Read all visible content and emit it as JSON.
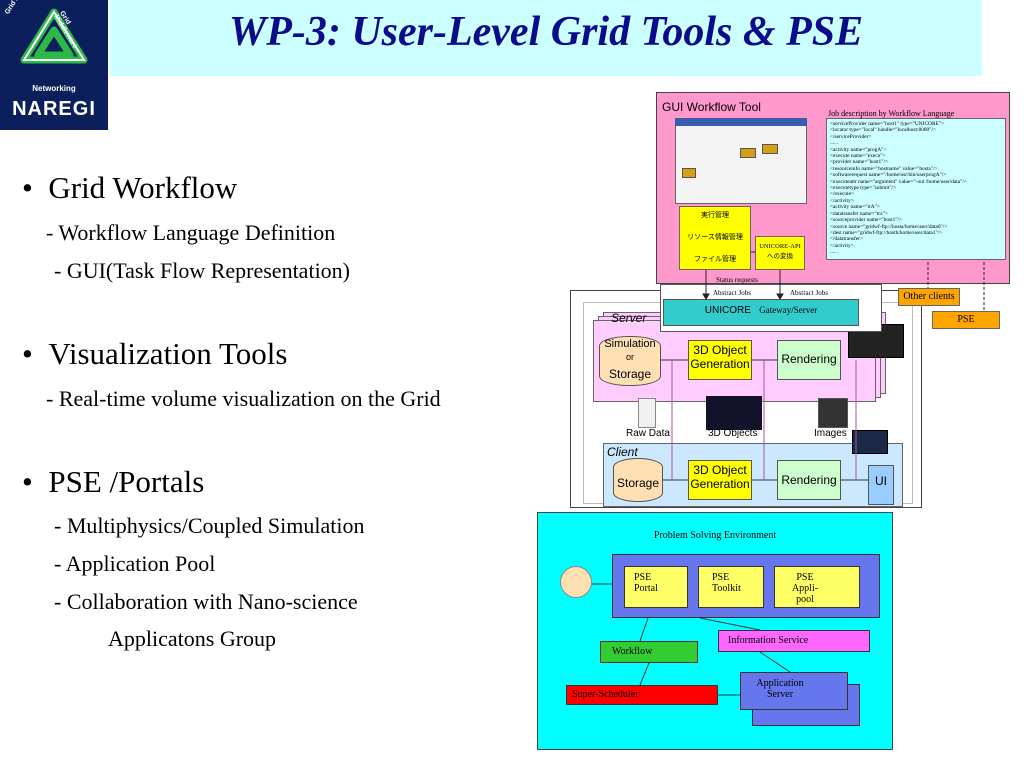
{
  "header": {
    "title": "WP-3: User-Level Grid Tools & PSE",
    "logo": {
      "name": "NAREGI",
      "ring_left": "Grid Applications",
      "ring_right": "Grid Middleware",
      "ring_bottom": "Networking"
    }
  },
  "content": {
    "sections": [
      {
        "bullet": "Grid Workflow",
        "items": [
          "- Workflow Language Definition",
          "- GUI(Task Flow Representation)"
        ]
      },
      {
        "bullet": "Visualization Tools",
        "items": [
          "- Real-time volume visualization on the Grid"
        ]
      },
      {
        "bullet": "PSE /Portals",
        "items": [
          "- Multiphysics/Coupled Simulation",
          "- Application Pool",
          "- Collaboration with Nano-science",
          "Applicatons Group"
        ]
      }
    ]
  },
  "gui_workflow": {
    "title": "GUI Workflow Tool",
    "job_desc_title": "Job description by Workflow Language",
    "code_lines": [
      "<serviceProvider name=\"host1\" type=\"UNICORE\">",
      "<locator type=\"local\" handle=\"localhost:8080\"/>",
      "</serviceProvider>",
      "......",
      "<activity name=\"progA\">",
      "<execute name=\"execu\">",
      "<provider name=\"host1\"/>",
      "<resourceinfo name=\"hostname\" value=\"hosta\"/>",
      "<softwarerequest name=\"/home/usr/bin/userprogA\"/>",
      "<executeattr name=\"argument\" value=\"-out /home/user/data\"/>",
      "<executetype type=\"submit\"/>",
      "</execute>",
      "</activity>",
      "<activity name=\"trA\">",
      "<datatransfer name=\"trx\">",
      "<sourceprovider name=\"host1\"/>",
      "<source name=\"gridwf-ftp://hosta/home/user/data0\"/>",
      "<dest name=\"gridwf-ftp://hostb/home/user/data1\"/>",
      "</datatransfer>",
      "</activity>",
      "......"
    ],
    "jp_items": [
      "実行管理",
      "リソース情報管理",
      "ファイル管理"
    ],
    "unicore_api": "UNICORE-API\nへの変換",
    "status_requests": "Status requests",
    "abstract_jobs_1": "Abstract Jobs",
    "abstract_jobs_2": "Abstract Jobs",
    "gateway": "UNICORE",
    "gateway_sub": "Gateway/Server",
    "other_clients": "Other clients",
    "pse": "PSE"
  },
  "visualization": {
    "server_label": "Server",
    "client_label": "Client",
    "simulation": "Simulation",
    "or": "or",
    "storage": "Storage",
    "storage_client": "Storage",
    "object_gen": "3D Object\nGeneration",
    "object_gen_client": "3D Object\nGeneration",
    "rendering": "Rendering",
    "rendering_client": "Rendering",
    "raw_data": "Raw Data",
    "objects_3d": "3D Objects",
    "images": "Images",
    "ui": "UI"
  },
  "pse_env": {
    "title": "Problem Solving Environment",
    "portal": "PSE\nPortal",
    "toolkit": "PSE\nToolkit",
    "appli_pool": "PSE\nAppli-pool",
    "info_service": "Information Service",
    "workflow": "Workflow",
    "super_scheduler": "Super-Scheduler",
    "app_server": "Application\nServer"
  },
  "colors": {
    "title_bg": "#ccffff",
    "title_text": "#0b0b8c",
    "logo_bg": "#0a1f5c",
    "logo_green": "#2db84a",
    "gui_bg": "#ff99cc",
    "gateway": "#33cccc",
    "server_bg": "#ffccff",
    "client_bg": "#cce8ff",
    "box_green": "#ccffcc",
    "box_yellow": "#ffff00",
    "pse_bg": "#00ffff",
    "pse_inner": "#6677ee",
    "workflow_green": "#33cc33",
    "scheduler_red": "#ff0000",
    "info_pink": "#ff66ff",
    "orange": "#ffa500"
  }
}
